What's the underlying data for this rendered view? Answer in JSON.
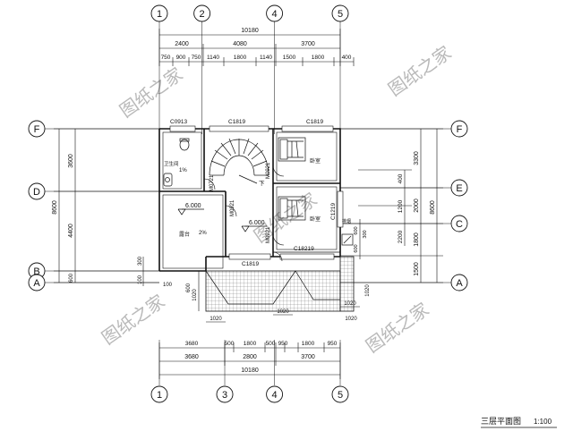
{
  "sheet_title": "三层平面图",
  "scale": "1:100",
  "watermark": "图纸之家",
  "column_axes": [
    {
      "label": "1",
      "dist": 0
    },
    {
      "label": "2",
      "dist": 2400
    },
    {
      "label": "4",
      "dist": 6480
    },
    {
      "label": "5",
      "dist": 10180
    }
  ],
  "bottom_axes": [
    {
      "label": "1",
      "dist": 0
    },
    {
      "label": "3",
      "dist": 3680
    },
    {
      "label": "4",
      "dist": 6480
    },
    {
      "label": "5",
      "dist": 10180
    }
  ],
  "row_axes": [
    {
      "label": "F",
      "dist": 0
    },
    {
      "label": "D",
      "dist": 3600
    },
    {
      "label": "E",
      "dist": 3300
    },
    {
      "label": "C",
      "dist": 5300
    },
    {
      "label": "B",
      "dist": 8000
    },
    {
      "label": "A",
      "dist": 8600
    }
  ],
  "dims": {
    "top_total": "10180",
    "top_mid": [
      "2400",
      "4080",
      "3700"
    ],
    "top_detail": [
      "750",
      "900",
      "750",
      "1140",
      "1800",
      "1140",
      "1500",
      "1800",
      "400"
    ],
    "bottom_detail": [
      "3680",
      "500",
      "1800",
      "500",
      "950",
      "1800",
      "950"
    ],
    "bottom_mid": [
      "3680",
      "2800",
      "3700"
    ],
    "bottom_total": "10180",
    "left_outer": [
      "8600"
    ],
    "left_inner": [
      "3600",
      "4400",
      "600"
    ],
    "left_small": [
      "300",
      "100",
      "100"
    ],
    "right_outer": "8600",
    "right_mid": [
      "3300",
      "2000",
      "1800",
      "1500"
    ],
    "right_inner": [
      "400",
      "1200",
      "2200"
    ],
    "right_small": [
      "600",
      "600",
      "300"
    ],
    "bay_dims": [
      "1020",
      "1020",
      "1020",
      "1020",
      "600",
      "1020"
    ],
    "below_right": "1020"
  },
  "rooms": [
    {
      "name": "卫生间",
      "slope": "1%"
    },
    {
      "name": "卧室"
    },
    {
      "name": "卧室"
    },
    {
      "name": "露台",
      "slope": "2%"
    }
  ],
  "levels": [
    "6.000",
    "6.000"
  ],
  "windows": [
    "C0913",
    "C1819",
    "C1819",
    "C1219",
    "C18219",
    "C1819"
  ],
  "doors": [
    "M0721",
    "M0921",
    "M0921",
    "M0921"
  ],
  "stair_mark": "下",
  "misc": [
    "排烟"
  ]
}
